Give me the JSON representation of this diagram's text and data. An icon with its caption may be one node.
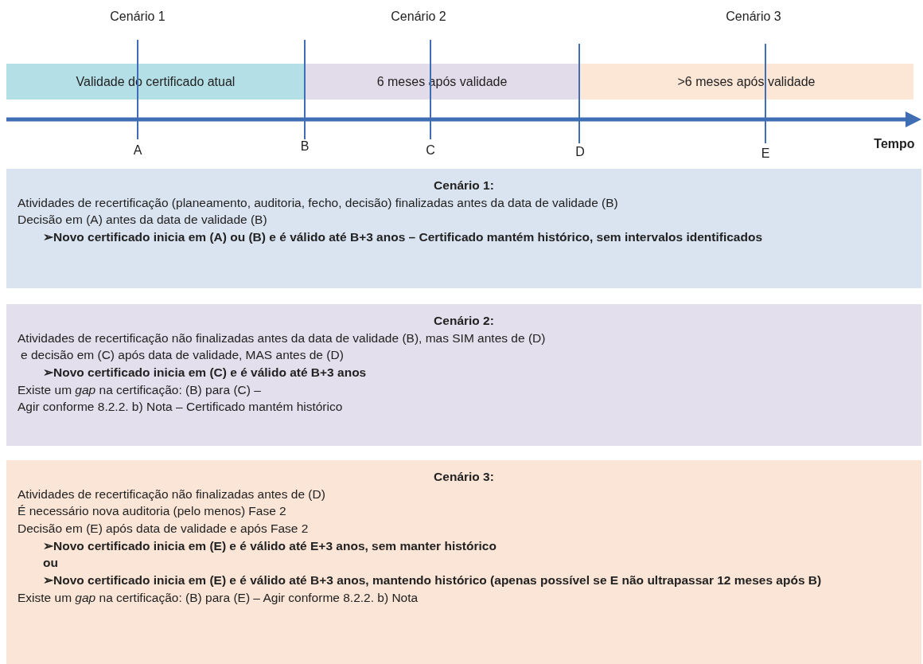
{
  "diagram": {
    "nodes": [
      {
        "text": [
          "Validade do certificado atual"
        ]
      },
      {
        "text": [
          "6 meses após validade"
        ]
      },
      {
        "text": [
          ">6 meses após validade"
        ]
      },
      {
        "text": [
          "Cenário 1:",
          "Atividades de recertificação (planeamento, auditoria, fecho, decisão) finalizadas antes da data de validade (B)",
          "Decisão em (A) antes da data de validade (B)",
          "➢Novo certificado inicia em (A) ou (B) e é válido até B+3 anos – Certificado mantém histórico, sem intervalos identificados"
        ]
      },
      {
        "text": [
          "Cenário 2:",
          "Atividades de recertificação não finalizadas antes da data de validade (B), mas SIM antes de (D)",
          "e decisão em (C) após data de validade, MAS antes de (D)",
          "➢Novo certificado inicia em (C) e é válido até B+3 anos",
          "Existe um *gap* na certificação: (B) para (C) –",
          "Agir conforme 8.2.2. b) Nota – Certificado mantém histórico"
        ]
      },
      {
        "text": [
          "Cenário 3:",
          "Atividades de recertificação não finalizadas antes de (D)",
          "É necessário nova auditoria (pelo menos) Fase 2",
          "Decisão em (E) após data de validade e após Fase 2",
          "➢Novo certificado inicia em (E) e é válido até E+3 anos, sem manter histórico",
          "ou",
          "➢Novo certificado inicia em (E) e é válido até B+3 anos, mantendo histórico (apenas possível se E não ultrapassar 12 meses após B)",
          "Existe um *gap* na certificação: (B) para (E) – Agir conforme 8.2.2. b) Nota"
        ]
      }
    ],
    "edges": [],
    "labels": [
      "Cenário 1",
      "Cenário 2",
      "Cenário 3",
      "A",
      "B",
      "C",
      "D",
      "E",
      "Tempo"
    ]
  }
}
